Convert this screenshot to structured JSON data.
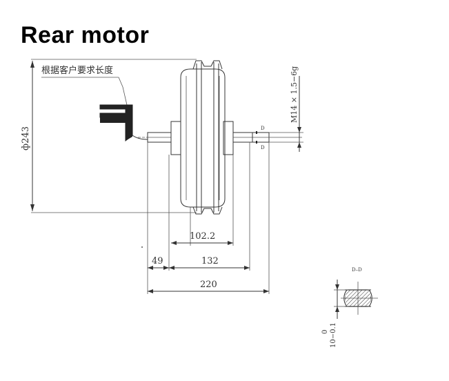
{
  "title": "Rear motor",
  "note_cn": "根据客户要求长度",
  "dims": {
    "diameter": "ф243",
    "thread": "M14 × 1.5−6g",
    "hub_width": "102.2",
    "offset": "49",
    "body_width": "132",
    "overall": "220",
    "flat_upper": "0",
    "flat_lower": "10−0.1",
    "section_mark": "D–D"
  },
  "colors": {
    "line": "#333333",
    "background": "#ffffff"
  }
}
